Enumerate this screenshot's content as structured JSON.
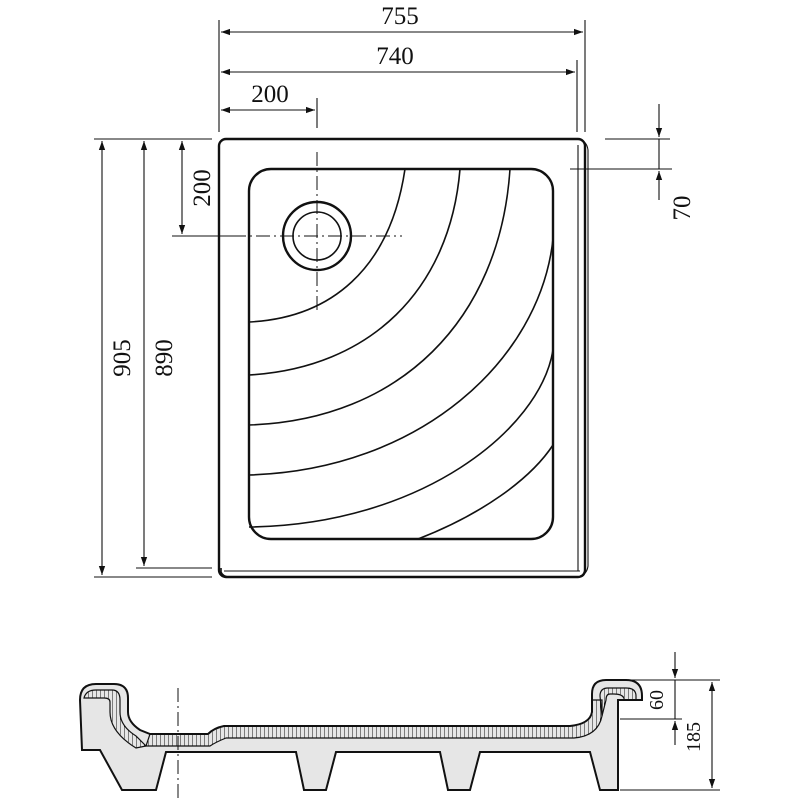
{
  "plan_dimensions": {
    "overall_width": "755",
    "inner_width": "740",
    "drain_offset_x": "200",
    "drain_offset_y": "200",
    "overall_length": "905",
    "inner_length": "890",
    "rim_offset": "70"
  },
  "section_dimensions": {
    "rim_height": "60",
    "total_height": "185"
  },
  "colors": {
    "ink": "#111111",
    "section_fill": "#e6e6e6",
    "background": "#ffffff"
  }
}
